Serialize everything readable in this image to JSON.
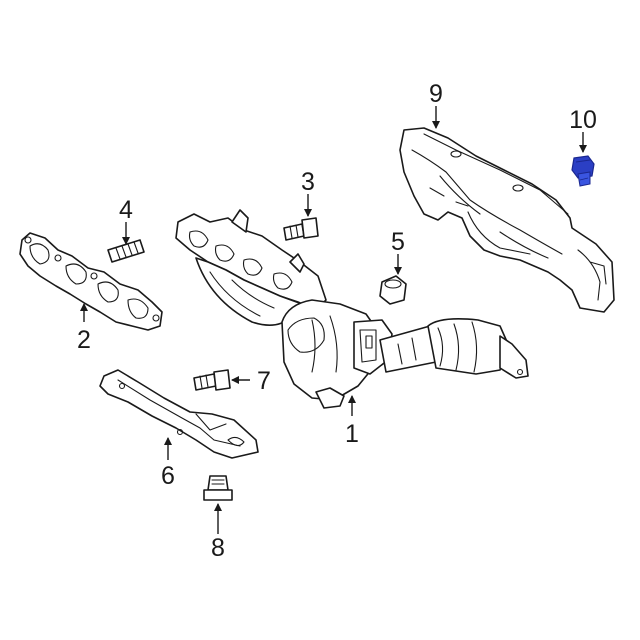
{
  "callouts": [
    {
      "id": "1",
      "label": "1"
    },
    {
      "id": "2",
      "label": "2"
    },
    {
      "id": "3",
      "label": "3"
    },
    {
      "id": "4",
      "label": "4"
    },
    {
      "id": "5",
      "label": "5"
    },
    {
      "id": "6",
      "label": "6"
    },
    {
      "id": "7",
      "label": "7"
    },
    {
      "id": "8",
      "label": "8"
    },
    {
      "id": "9",
      "label": "9"
    },
    {
      "id": "10",
      "label": "10"
    }
  ],
  "colors": {
    "line": "#1a1a1a",
    "highlight": "#2b3fc4",
    "highlight_dark": "#1a2790",
    "background": "#ffffff"
  }
}
